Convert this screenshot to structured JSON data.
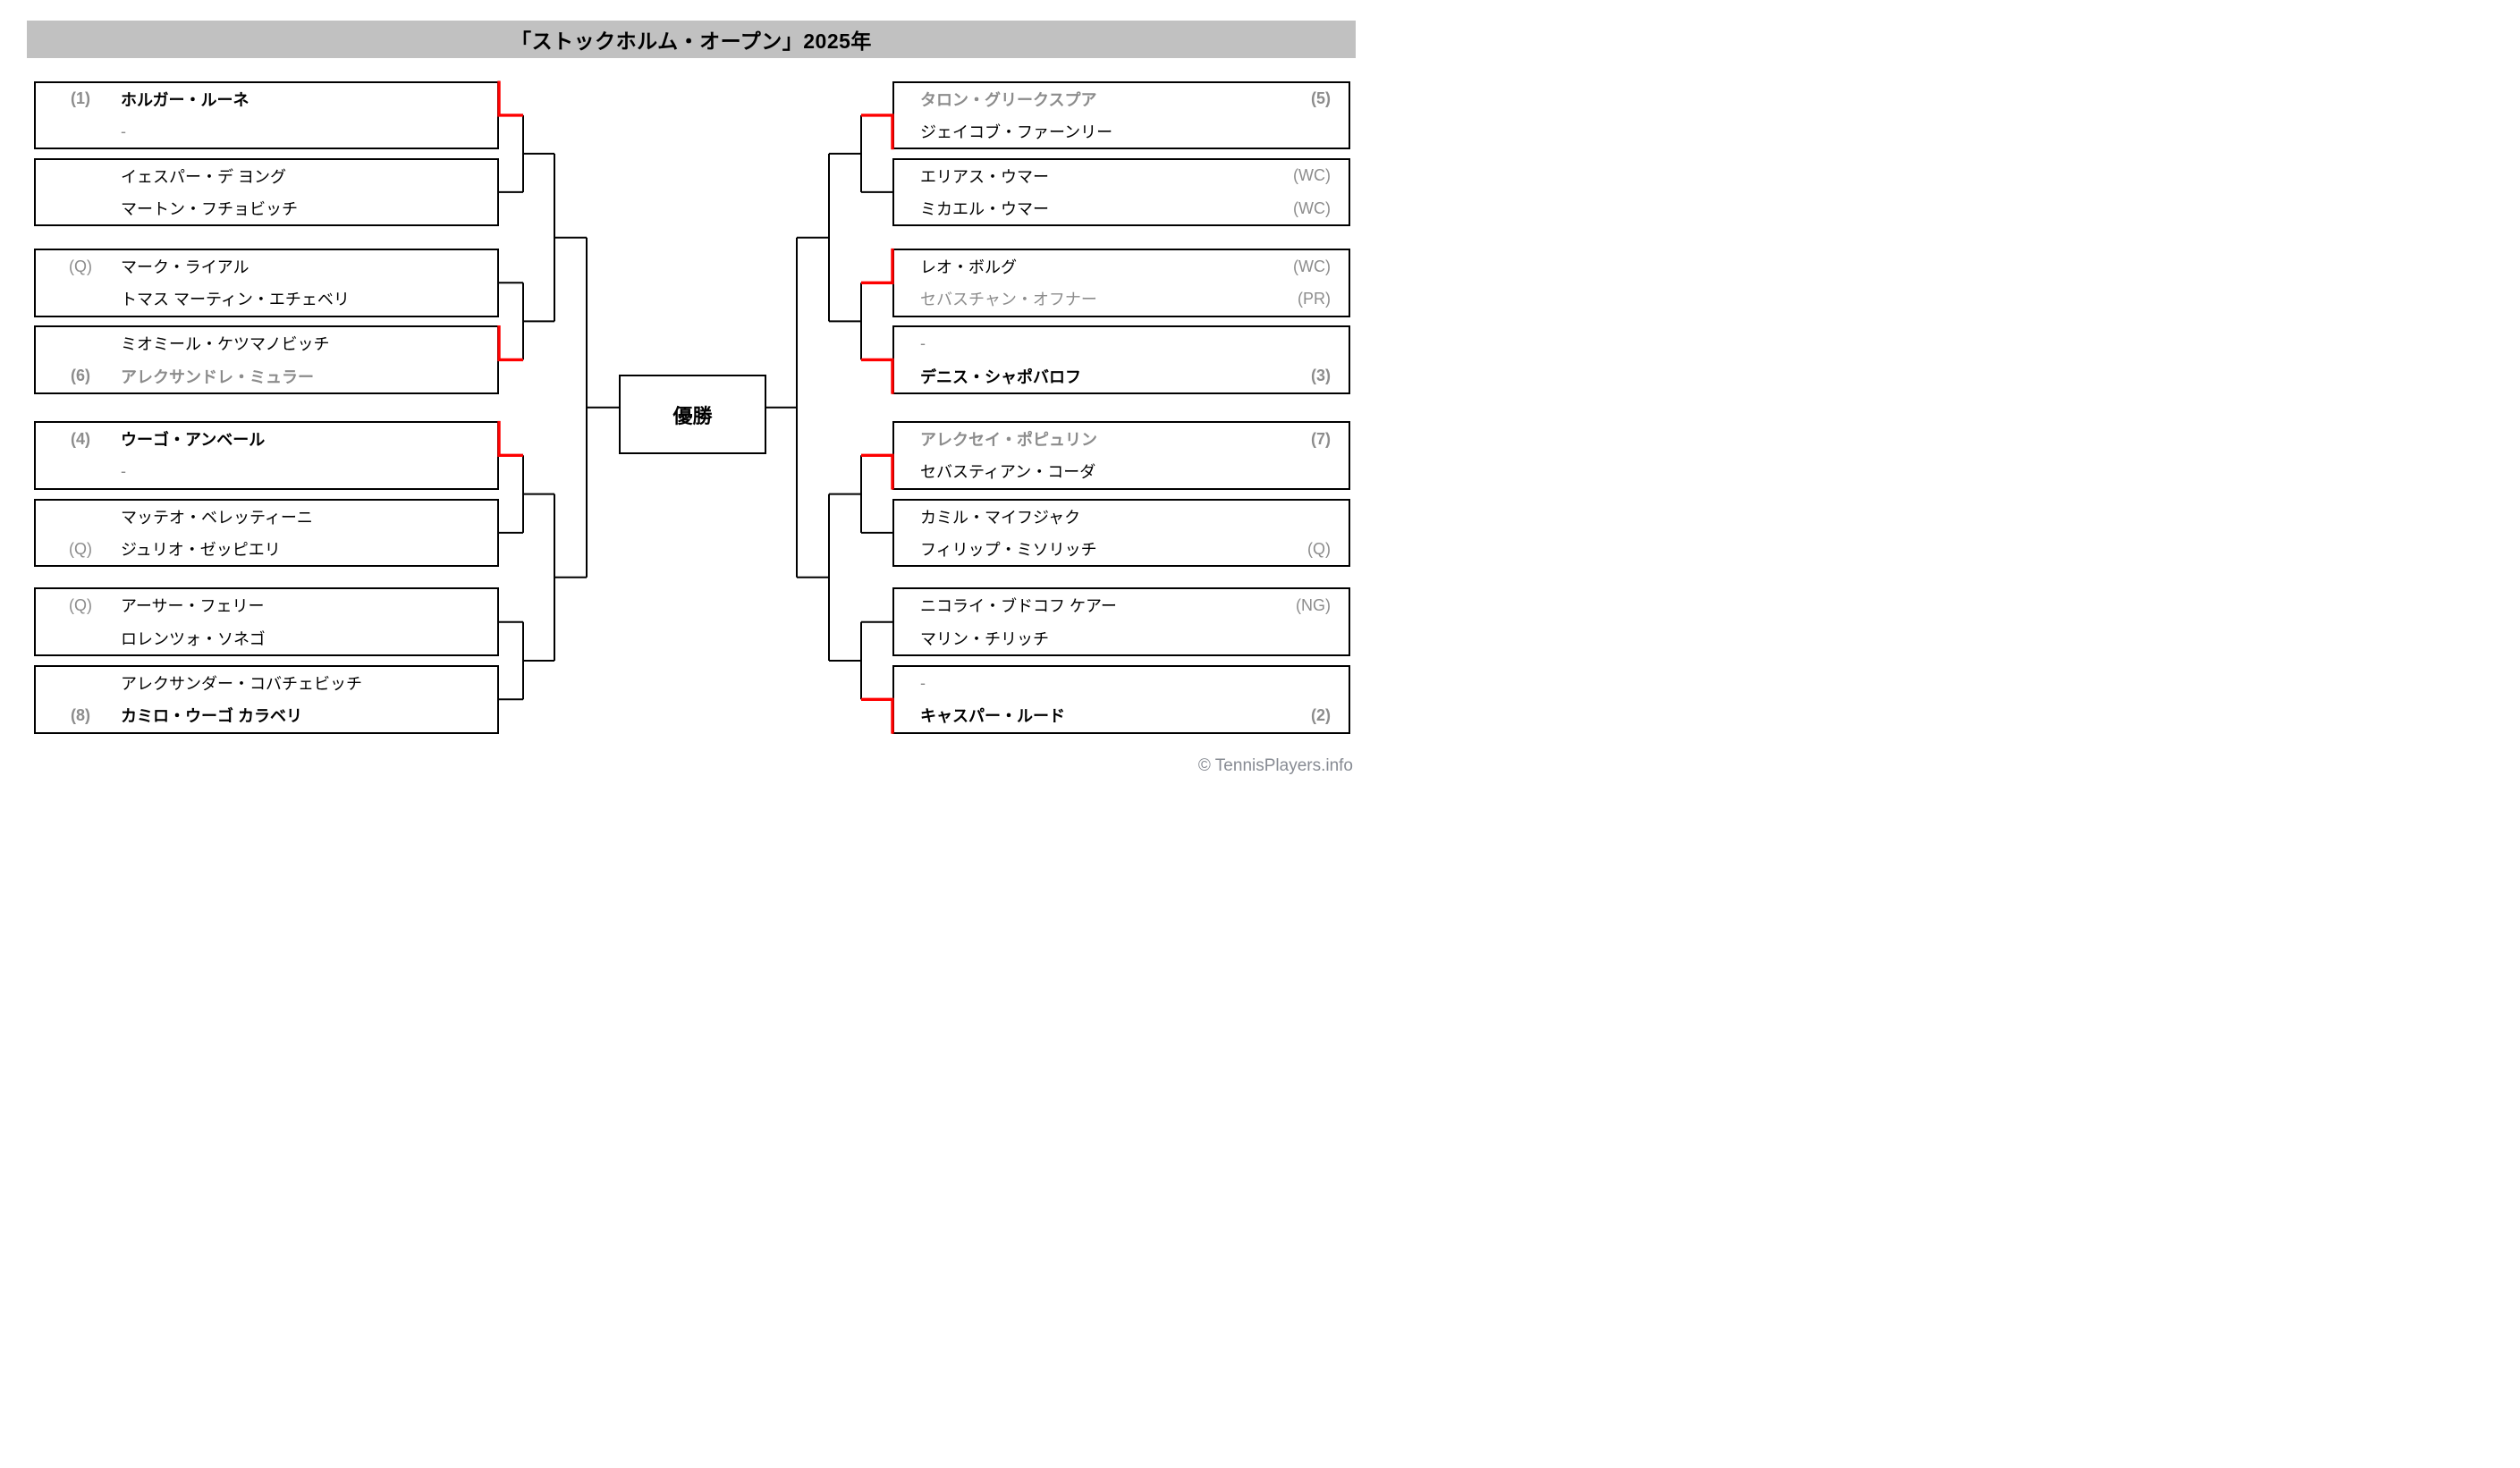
{
  "title": "「ストックホルム・オープン」2025年",
  "champion_box_label": "優勝",
  "footer": "© TennisPlayers.info",
  "colors": {
    "band_bg": "#c1c1c1",
    "line_black": "#000000",
    "winner_line_red": "#fe0000",
    "grey_text": "#8c8c8c"
  },
  "advanced_players": [
    "ホルガー・ルーネ",
    "ミオミール・ケツマノビッチ",
    "ウーゴ・アンベール",
    "ジェイコブ・ファーンリー",
    "レオ・ボルグ",
    "デニス・シャポバロフ",
    "セバスティアン・コーダ",
    "キャスパー・ルード"
  ],
  "bracket": {
    "left": [
      {
        "rows": [
          {
            "seed": "(1)",
            "seed_cls": "bold",
            "name": "ホルガー・ルーネ",
            "name_cls": "bold"
          },
          {
            "seed": "",
            "seed_cls": "",
            "name": "-",
            "name_cls": "grey"
          }
        ]
      },
      {
        "rows": [
          {
            "seed": "",
            "seed_cls": "",
            "name": "イェスパー・デ ヨング",
            "name_cls": ""
          },
          {
            "seed": "",
            "seed_cls": "",
            "name": "マートン・フチョビッチ",
            "name_cls": ""
          }
        ]
      },
      {
        "rows": [
          {
            "seed": "(Q)",
            "seed_cls": "",
            "name": "マーク・ライアル",
            "name_cls": ""
          },
          {
            "seed": "",
            "seed_cls": "",
            "name": "トマス マーティン・エチェベリ",
            "name_cls": ""
          }
        ]
      },
      {
        "rows": [
          {
            "seed": "",
            "seed_cls": "",
            "name": "ミオミール・ケツマノビッチ",
            "name_cls": ""
          },
          {
            "seed": "(6)",
            "seed_cls": "bold",
            "name": "アレクサンドレ・ミュラー",
            "name_cls": "bold grey"
          }
        ]
      },
      {
        "rows": [
          {
            "seed": "(4)",
            "seed_cls": "bold",
            "name": "ウーゴ・アンベール",
            "name_cls": "bold"
          },
          {
            "seed": "",
            "seed_cls": "",
            "name": "-",
            "name_cls": "grey"
          }
        ]
      },
      {
        "rows": [
          {
            "seed": "",
            "seed_cls": "",
            "name": "マッテオ・ベレッティーニ",
            "name_cls": ""
          },
          {
            "seed": "(Q)",
            "seed_cls": "",
            "name": "ジュリオ・ゼッピエリ",
            "name_cls": ""
          }
        ]
      },
      {
        "rows": [
          {
            "seed": "(Q)",
            "seed_cls": "",
            "name": "アーサー・フェリー",
            "name_cls": ""
          },
          {
            "seed": "",
            "seed_cls": "",
            "name": "ロレンツォ・ソネゴ",
            "name_cls": ""
          }
        ]
      },
      {
        "rows": [
          {
            "seed": "",
            "seed_cls": "",
            "name": "アレクサンダー・コバチェビッチ",
            "name_cls": ""
          },
          {
            "seed": "(8)",
            "seed_cls": "bold",
            "name": "カミロ・ウーゴ カラベリ",
            "name_cls": "bold"
          }
        ]
      }
    ],
    "right": [
      {
        "rows": [
          {
            "name": "タロン・グリークスプア",
            "name_cls": "bold grey",
            "tag": "(5)",
            "tag_cls": "bold"
          },
          {
            "name": "ジェイコブ・ファーンリー",
            "name_cls": "",
            "tag": "",
            "tag_cls": ""
          }
        ]
      },
      {
        "rows": [
          {
            "name": "エリアス・ウマー",
            "name_cls": "",
            "tag": "(WC)",
            "tag_cls": ""
          },
          {
            "name": "ミカエル・ウマー",
            "name_cls": "",
            "tag": "(WC)",
            "tag_cls": ""
          }
        ]
      },
      {
        "rows": [
          {
            "name": "レオ・ボルグ",
            "name_cls": "",
            "tag": "(WC)",
            "tag_cls": ""
          },
          {
            "name": "セバスチャン・オフナー",
            "name_cls": "grey",
            "tag": "(PR)",
            "tag_cls": ""
          }
        ]
      },
      {
        "rows": [
          {
            "name": "-",
            "name_cls": "grey",
            "tag": "",
            "tag_cls": ""
          },
          {
            "name": "デニス・シャポバロフ",
            "name_cls": "bold",
            "tag": "(3)",
            "tag_cls": "bold"
          }
        ]
      },
      {
        "rows": [
          {
            "name": "アレクセイ・ポピュリン",
            "name_cls": "bold grey",
            "tag": "(7)",
            "tag_cls": "bold"
          },
          {
            "name": "セバスティアン・コーダ",
            "name_cls": "",
            "tag": "",
            "tag_cls": ""
          }
        ]
      },
      {
        "rows": [
          {
            "name": "カミル・マイフジャク",
            "name_cls": "",
            "tag": "",
            "tag_cls": ""
          },
          {
            "name": "フィリップ・ミソリッチ",
            "name_cls": "",
            "tag": "(Q)",
            "tag_cls": ""
          }
        ]
      },
      {
        "rows": [
          {
            "name": "ニコライ・ブドコフ ケアー",
            "name_cls": "",
            "tag": "(NG)",
            "tag_cls": ""
          },
          {
            "name": "マリン・チリッチ",
            "name_cls": "",
            "tag": "",
            "tag_cls": ""
          }
        ]
      },
      {
        "rows": [
          {
            "name": "-",
            "name_cls": "grey",
            "tag": "",
            "tag_cls": ""
          },
          {
            "name": "キャスパー・ルード",
            "name_cls": "bold",
            "tag": "(2)",
            "tag_cls": "bold"
          }
        ]
      }
    ]
  }
}
